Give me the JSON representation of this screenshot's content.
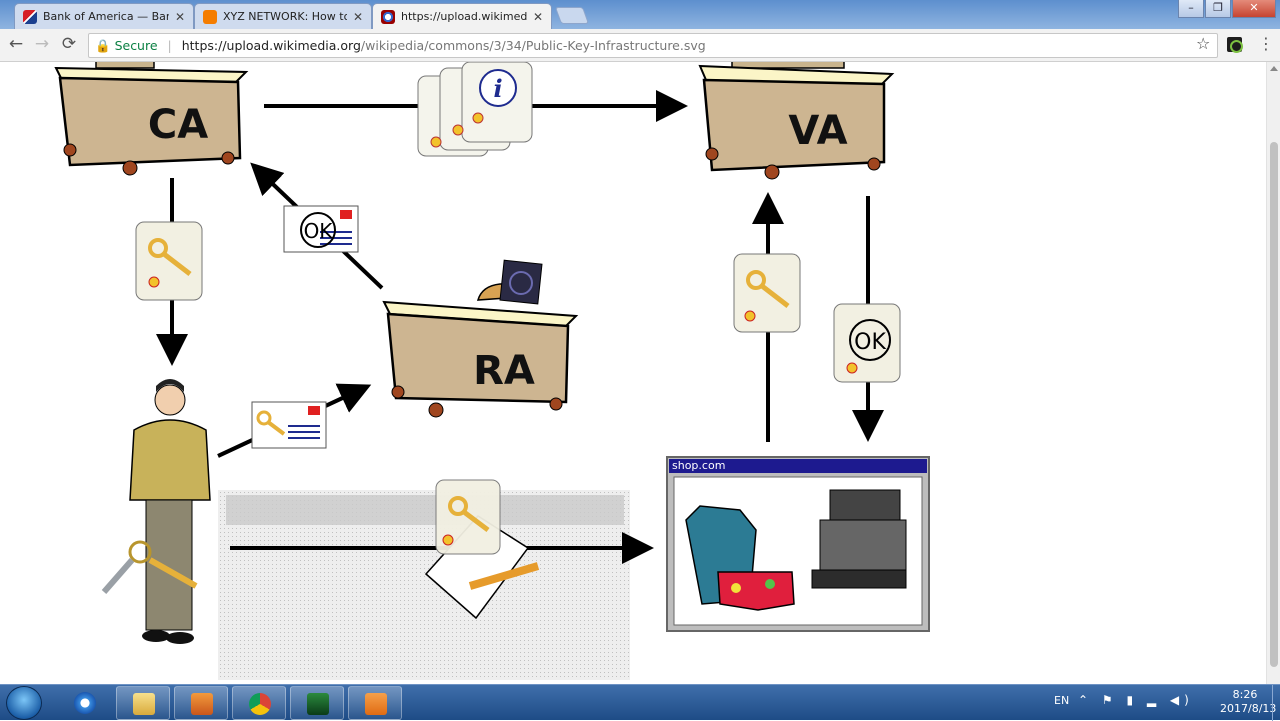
{
  "tabs": [
    {
      "title": "Bank of America — Bank",
      "favicon": "bank-of-america-icon",
      "active": false
    },
    {
      "title": "XYZ NETWORK: How to",
      "favicon": "blogger-icon",
      "active": false
    },
    {
      "title": "https://upload.wikimedia",
      "favicon": "wikimedia-icon",
      "active": true
    }
  ],
  "window": {
    "minimize": "–",
    "restore": "❐",
    "close": "✕"
  },
  "toolbar": {
    "back": "←",
    "forward": "→",
    "reload": "⟳",
    "secure_label": "Secure",
    "url_host": "https://upload.wikimedia.org",
    "url_path": "/wikipedia/commons/3/34/Public-Key-Infrastructure.svg",
    "bookmark": "☆",
    "menu": "⋮"
  },
  "diagram": {
    "ca_label": "CA",
    "va_label": "VA",
    "ra_label": "RA",
    "ok_label": "OK",
    "info_label": "i",
    "shop_title": "shop.com"
  },
  "colors": {
    "accent": "#2b6fc7",
    "desk": "#cdb591",
    "desk_top": "#fbf5c7",
    "shop_bar": "#1d1a8f"
  },
  "taskbar": {
    "apps": [
      "internet-explorer-icon",
      "file-explorer-icon",
      "media-player-icon",
      "chrome-icon",
      "camtasia-icon",
      "presentation-icon"
    ],
    "language": "EN",
    "tray_icons": "⌃ ⚑ ▮ ▂ ◀)",
    "time": "8:26",
    "date": "2017/8/13"
  }
}
